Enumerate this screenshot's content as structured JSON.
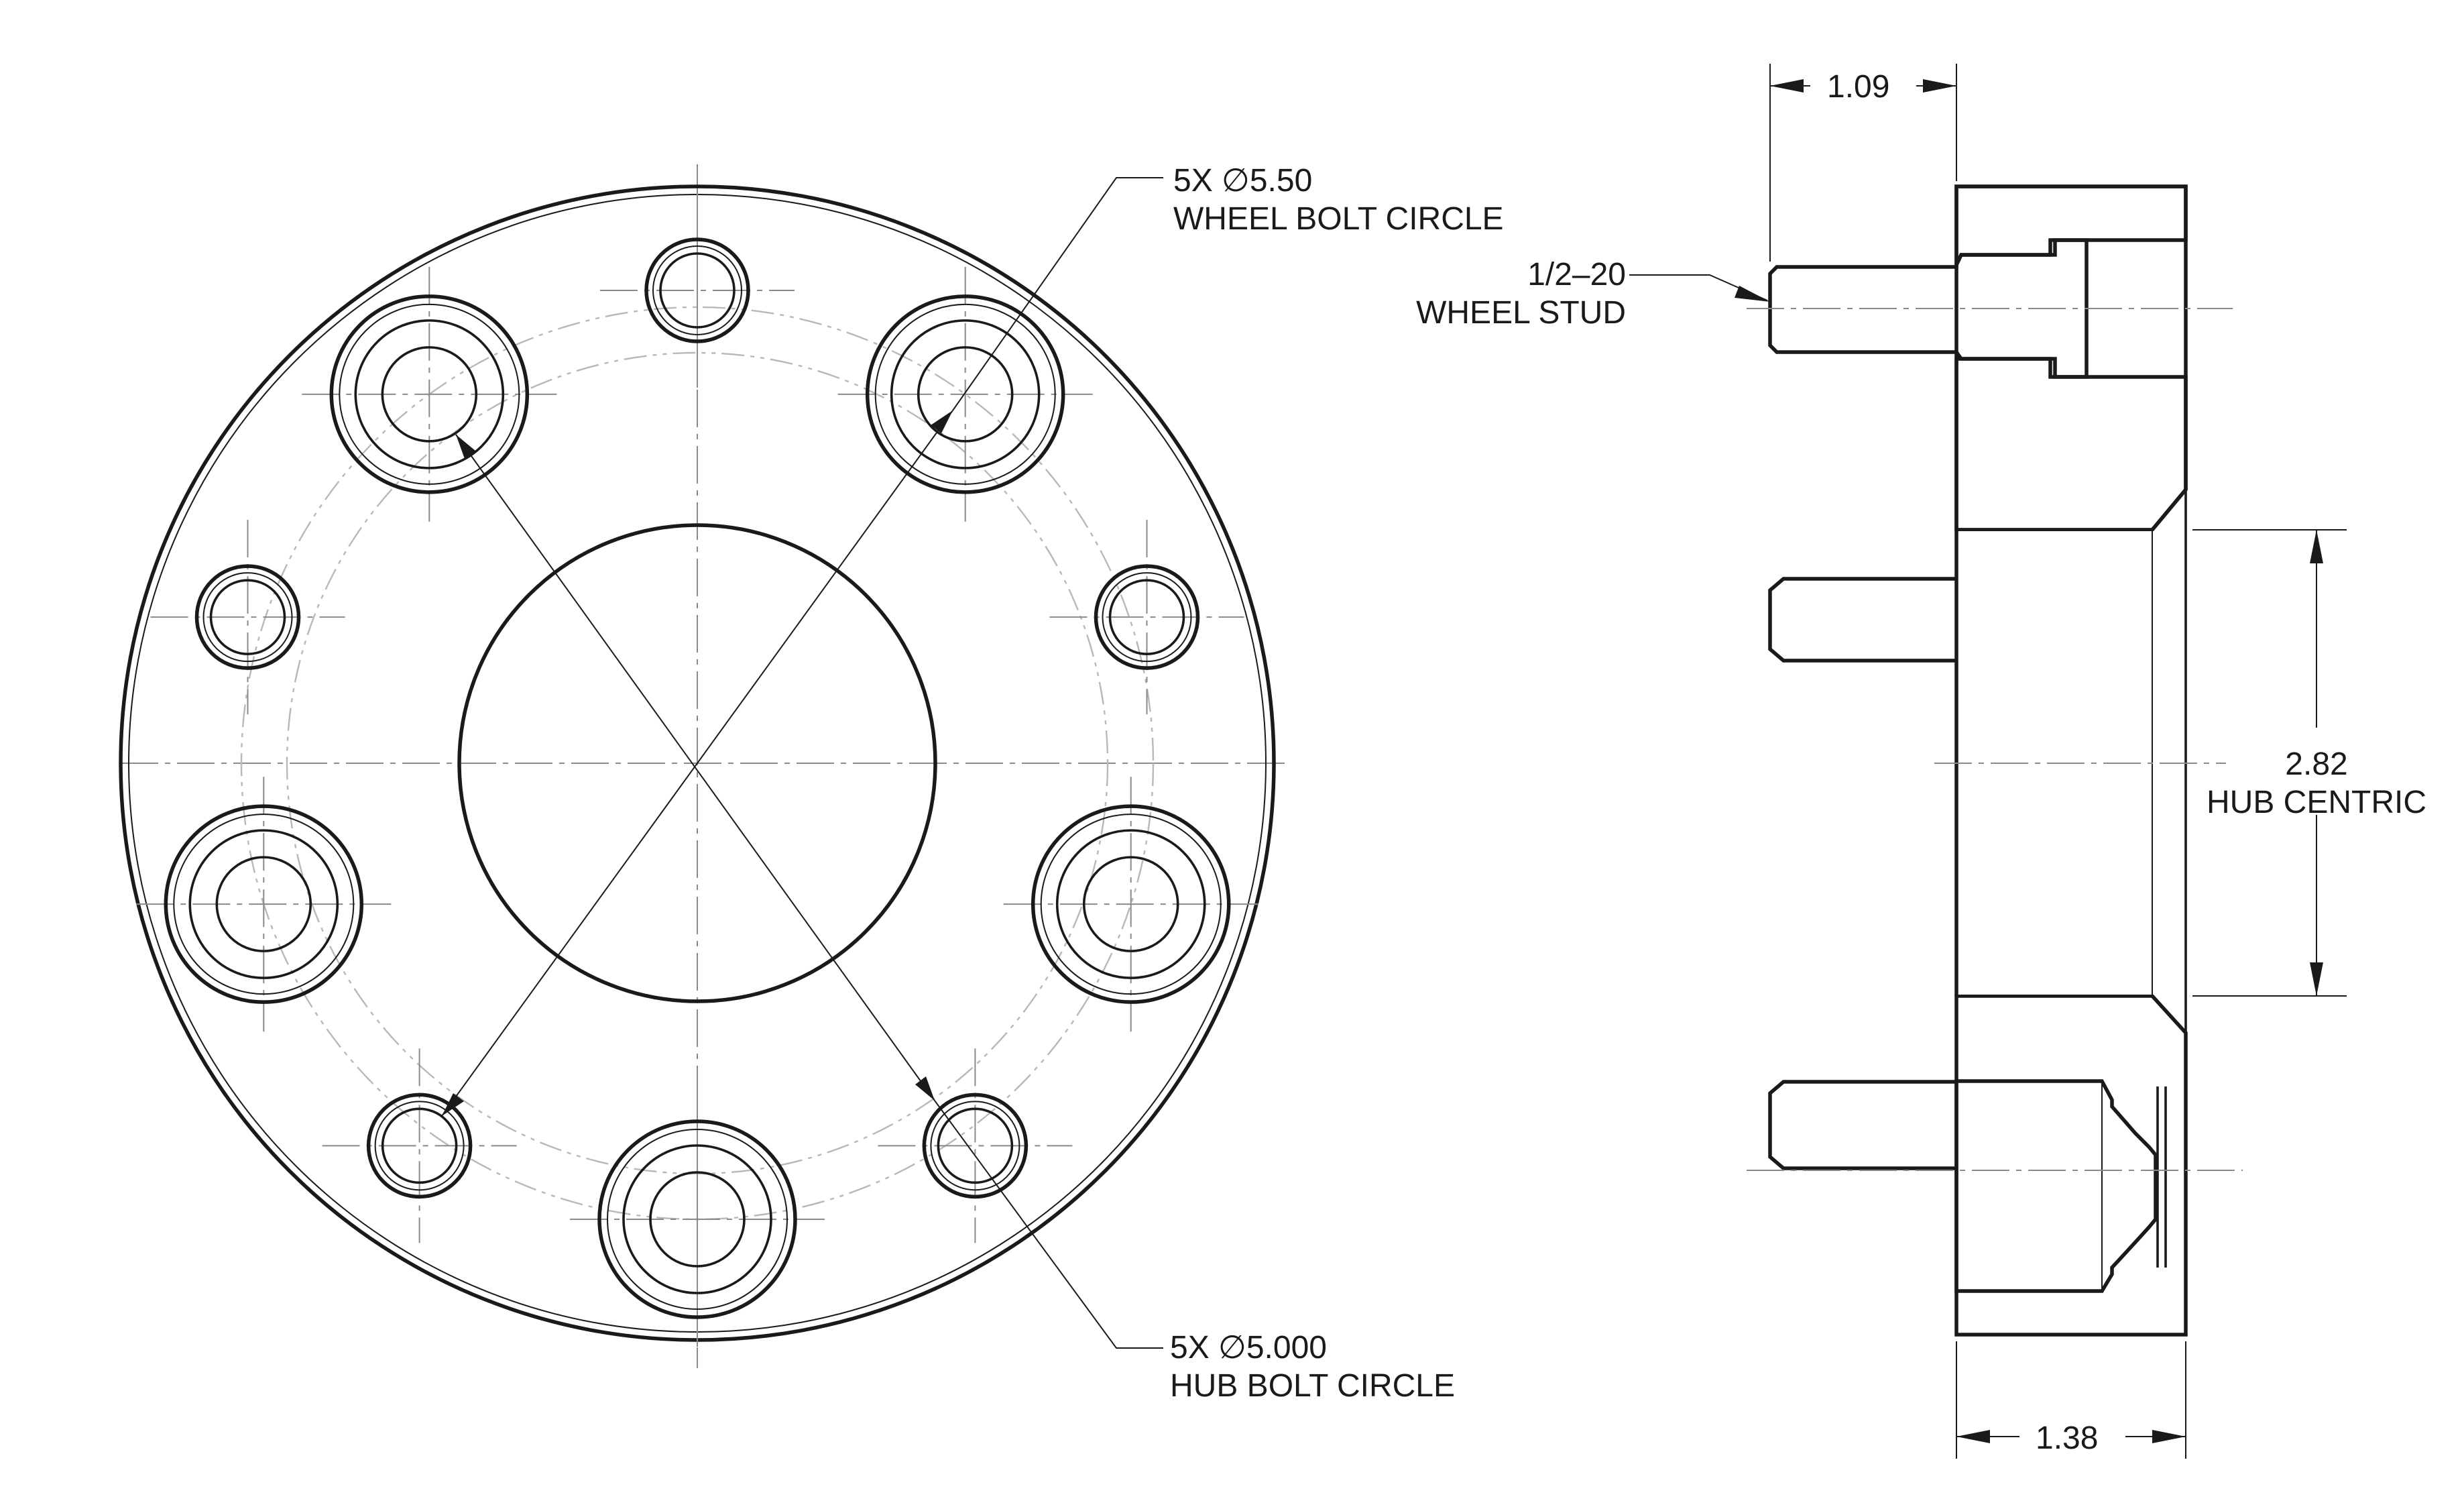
{
  "callouts": {
    "wheel_bolt_circle": {
      "line1": "5X ∅5.50",
      "line2": "WHEEL BOLT CIRCLE"
    },
    "hub_bolt_circle": {
      "line1": "5X ∅5.000",
      "line2": "HUB BOLT CIRCLE"
    },
    "wheel_stud": {
      "line1": "1/2–20",
      "line2": "WHEEL STUD"
    },
    "hub_centric": {
      "line1": "2.82",
      "line2": "HUB CENTRIC"
    }
  },
  "dimensions": {
    "stud_protrusion": "1.09",
    "spacer_thickness": "1.38"
  },
  "colors": {
    "line": "#1a1a1a",
    "centerline": "#8a8a8a",
    "phantom": "#b8b8b8",
    "background": "#ffffff"
  }
}
